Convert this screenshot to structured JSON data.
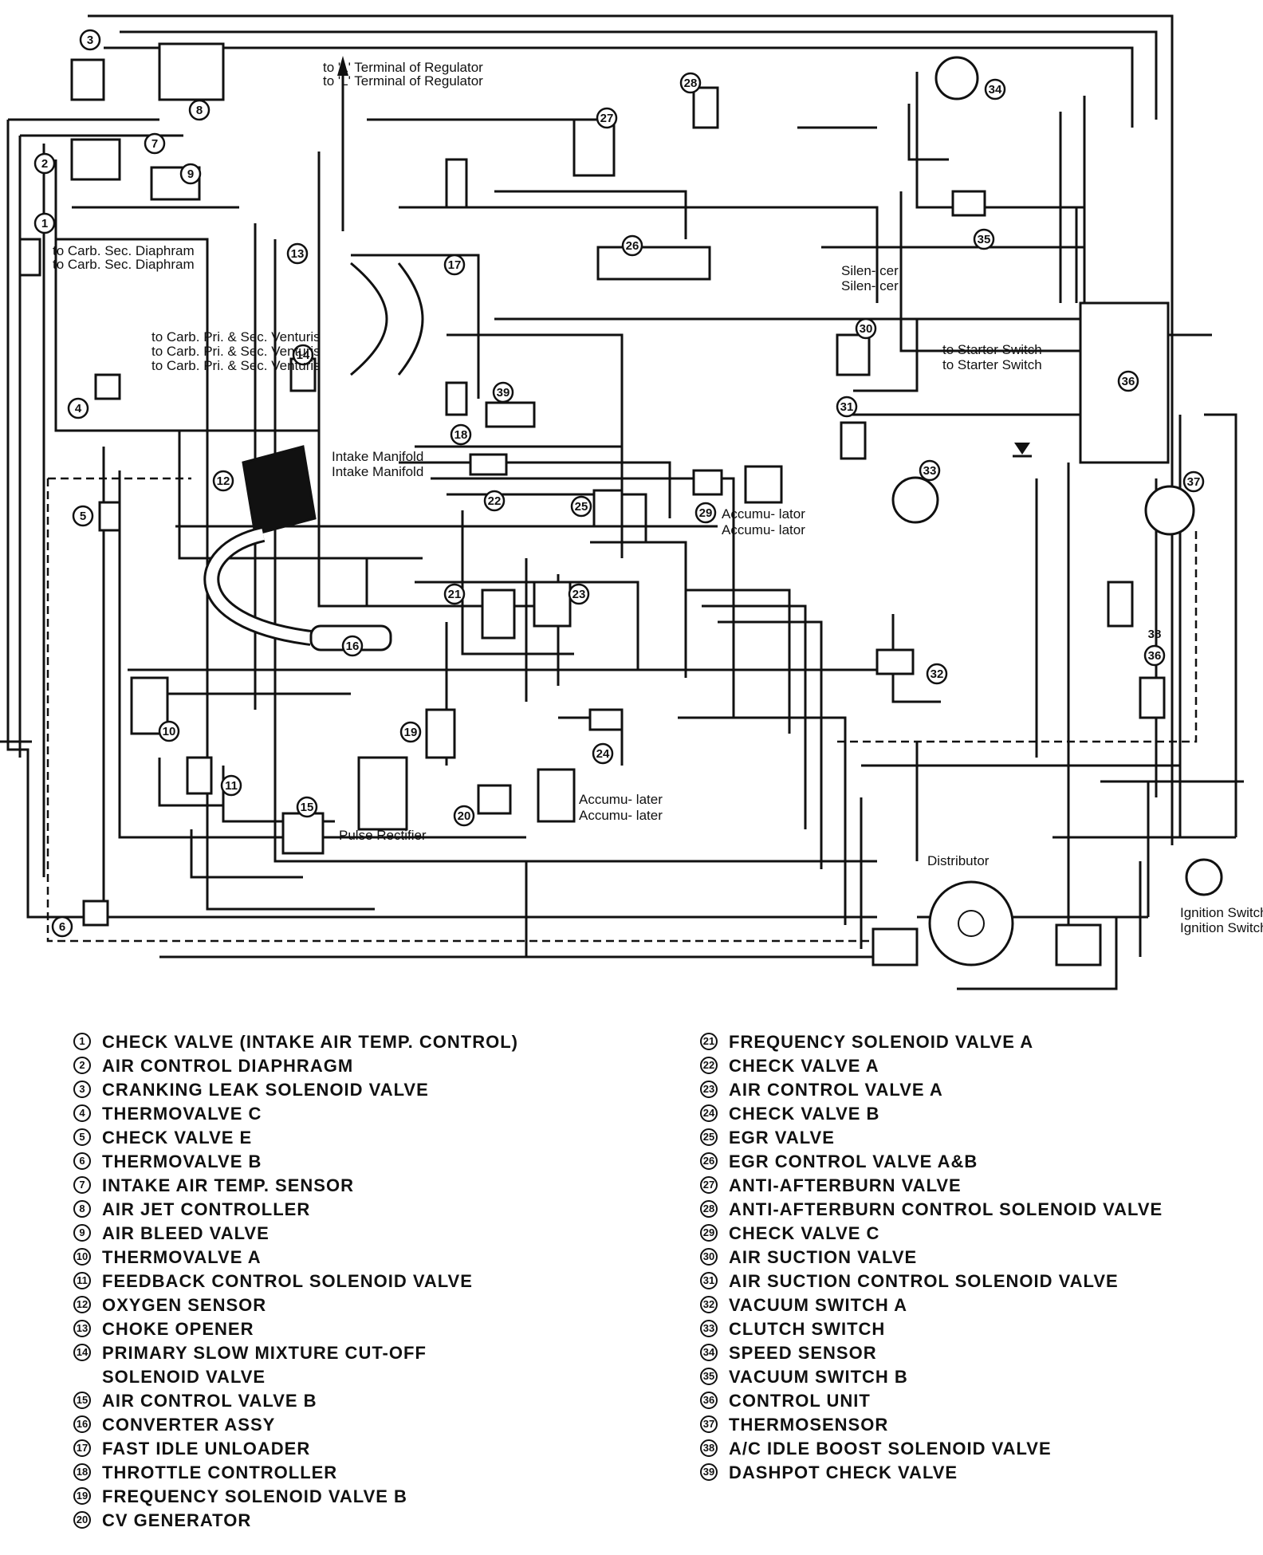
{
  "diagram": {
    "labels": {
      "l_terminal": "to 'L' Terminal\nof  Regulator",
      "carb_sec_diaphragm": "to Carb. Sec.\nDiaphram",
      "carb_venturis": "to Carb.\nPri. & Sec.\nVenturis",
      "intake_manifold": "Intake\nManifold",
      "silencer": "Silen-\ncer",
      "starter_switch": "to Starter\nSwitch",
      "accumulator_upper": "Accumu-\nlator",
      "accumulator_lower": "Accumu-\nlater",
      "pulse_rectifier": "Pulse Rectifier",
      "distributor": "Distributor",
      "ignition_switch": "Ignition\nSwitch"
    },
    "callouts": {
      "c1": "1",
      "c2": "2",
      "c3": "3",
      "c4": "4",
      "c5": "5",
      "c6": "6",
      "c7": "7",
      "c8": "8",
      "c9": "9",
      "c10": "10",
      "c11": "11",
      "c12": "12",
      "c13": "13",
      "c14": "14",
      "c15": "15",
      "c16": "16",
      "c17": "17",
      "c18": "18",
      "c19": "19",
      "c20": "20",
      "c21": "21",
      "c22": "22",
      "c23": "23",
      "c24": "24",
      "c25": "25",
      "c26": "26",
      "c27": "27",
      "c28": "28",
      "c29": "29",
      "c30": "30",
      "c31": "31",
      "c32": "32",
      "c33": "33",
      "c34": "34",
      "c35": "35",
      "c36a": "36",
      "c36b": "36",
      "c37": "37",
      "c38": "38",
      "c39": "39"
    }
  },
  "legend": {
    "left": [
      {
        "num": "1",
        "text": "CHECK VALVE (INTAKE AIR TEMP. CONTROL)"
      },
      {
        "num": "2",
        "text": "AIR CONTROL DIAPHRAGM"
      },
      {
        "num": "3",
        "text": "CRANKING LEAK SOLENOID VALVE"
      },
      {
        "num": "4",
        "text": "THERMOVALVE C"
      },
      {
        "num": "5",
        "text": "CHECK VALVE E"
      },
      {
        "num": "6",
        "text": "THERMOVALVE B"
      },
      {
        "num": "7",
        "text": "INTAKE AIR TEMP. SENSOR"
      },
      {
        "num": "8",
        "text": "AIR JET CONTROLLER"
      },
      {
        "num": "9",
        "text": "AIR BLEED VALVE"
      },
      {
        "num": "10",
        "text": "THERMOVALVE A"
      },
      {
        "num": "11",
        "text": "FEEDBACK CONTROL SOLENOID VALVE"
      },
      {
        "num": "12",
        "text": "OXYGEN SENSOR"
      },
      {
        "num": "13",
        "text": "CHOKE OPENER"
      },
      {
        "num": "14",
        "text": "PRIMARY SLOW MIXTURE CUT-OFF\nSOLENOID VALVE"
      },
      {
        "num": "15",
        "text": "AIR CONTROL VALVE B"
      },
      {
        "num": "16",
        "text": "CONVERTER ASSY"
      },
      {
        "num": "17",
        "text": "FAST IDLE UNLOADER"
      },
      {
        "num": "18",
        "text": "THROTTLE CONTROLLER"
      },
      {
        "num": "19",
        "text": "FREQUENCY SOLENOID VALVE B"
      },
      {
        "num": "20",
        "text": "CV GENERATOR"
      }
    ],
    "right": [
      {
        "num": "21",
        "text": "FREQUENCY SOLENOID VALVE A"
      },
      {
        "num": "22",
        "text": "CHECK VALVE A"
      },
      {
        "num": "23",
        "text": "AIR CONTROL VALVE A"
      },
      {
        "num": "24",
        "text": "CHECK VALVE B"
      },
      {
        "num": "25",
        "text": "EGR VALVE"
      },
      {
        "num": "26",
        "text": "EGR CONTROL VALVE A&B"
      },
      {
        "num": "27",
        "text": "ANTI-AFTERBURN VALVE"
      },
      {
        "num": "28",
        "text": "ANTI-AFTERBURN CONTROL SOLENOID VALVE"
      },
      {
        "num": "29",
        "text": "CHECK VALVE C"
      },
      {
        "num": "30",
        "text": "AIR SUCTION VALVE"
      },
      {
        "num": "31",
        "text": "AIR SUCTION CONTROL SOLENOID VALVE"
      },
      {
        "num": "32",
        "text": "VACUUM SWITCH A"
      },
      {
        "num": "33",
        "text": "CLUTCH SWITCH"
      },
      {
        "num": "34",
        "text": "SPEED SENSOR"
      },
      {
        "num": "35",
        "text": "VACUUM SWITCH B"
      },
      {
        "num": "36",
        "text": "CONTROL UNIT"
      },
      {
        "num": "37",
        "text": "THERMOSENSOR"
      },
      {
        "num": "38",
        "text": "A/C IDLE BOOST SOLENOID VALVE"
      },
      {
        "num": "39",
        "text": "DASHPOT CHECK VALVE"
      }
    ]
  }
}
